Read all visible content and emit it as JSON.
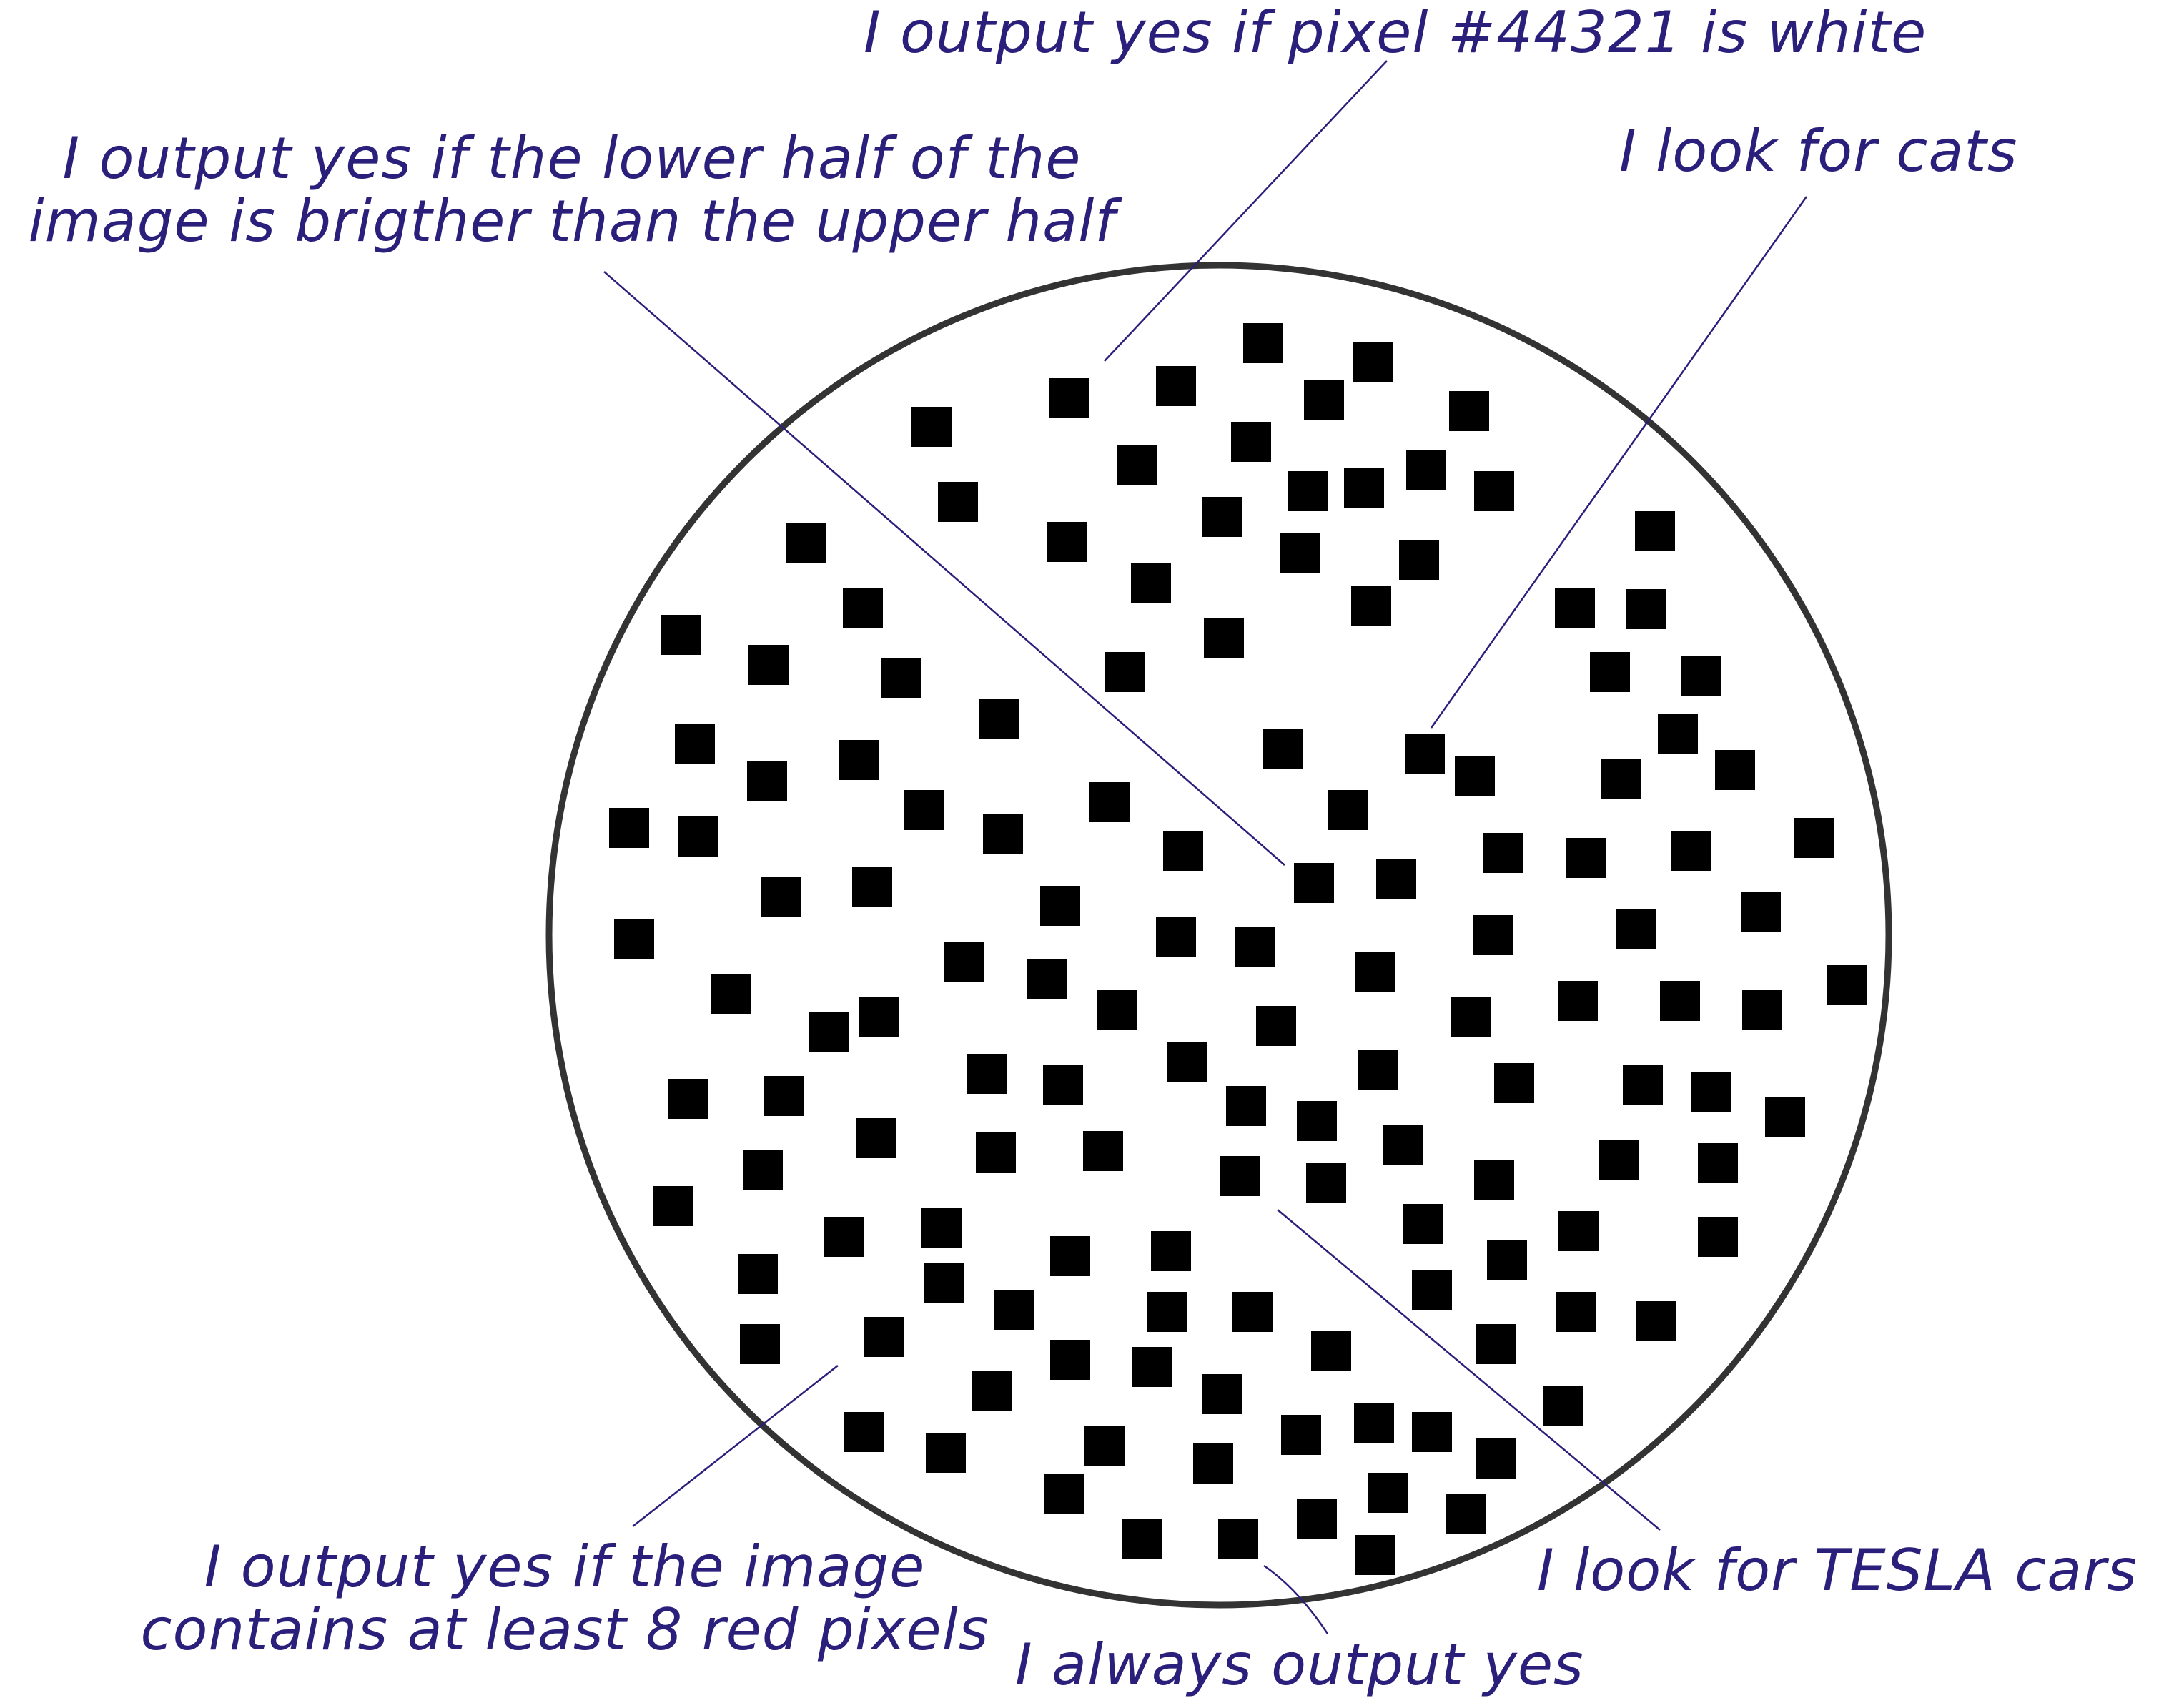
{
  "colors": {
    "text": "#2a1f7a",
    "leader": "#2a1f7a",
    "circle": "#333333",
    "squares": "#000000",
    "background": "#ffffff"
  },
  "labels": {
    "pixel": "I output yes if pixel #44321 is white",
    "lower_half_1": "I output yes if the lower half of the",
    "lower_half_2": "image is brigther than the upper half",
    "cats": "I look for cats",
    "red_pixels_1": "I output yes if the image",
    "red_pixels_2": "contains at least 8 red pixels",
    "tesla": "I look for TESLA cars",
    "always_yes": "I always output yes"
  }
}
